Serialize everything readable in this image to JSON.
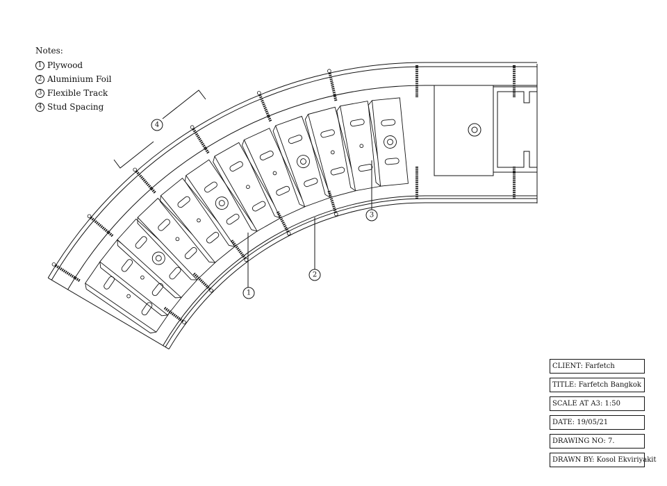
{
  "notes": {
    "title": "Notes:",
    "items": [
      {
        "num": "1",
        "label": "Plywood"
      },
      {
        "num": "2",
        "label": "Aluminium Foil"
      },
      {
        "num": "3",
        "label": "Flexible Track"
      },
      {
        "num": "4",
        "label": "Stud Spacing"
      }
    ]
  },
  "callouts": [
    "1",
    "2",
    "3",
    "4"
  ],
  "title_block": {
    "client": "CLIENT: Farfetch",
    "title": "TITLE: Farfetch Bangkok",
    "scale": "SCALE AT A3: 1:50",
    "date": "DATE: 19/05/21",
    "drawing_no": "DRAWING NO: 7.",
    "drawn_by": "DRAWN BY: Kosol Ekviriyakit"
  },
  "colors": {
    "line": "#111111",
    "background": "#ffffff"
  }
}
